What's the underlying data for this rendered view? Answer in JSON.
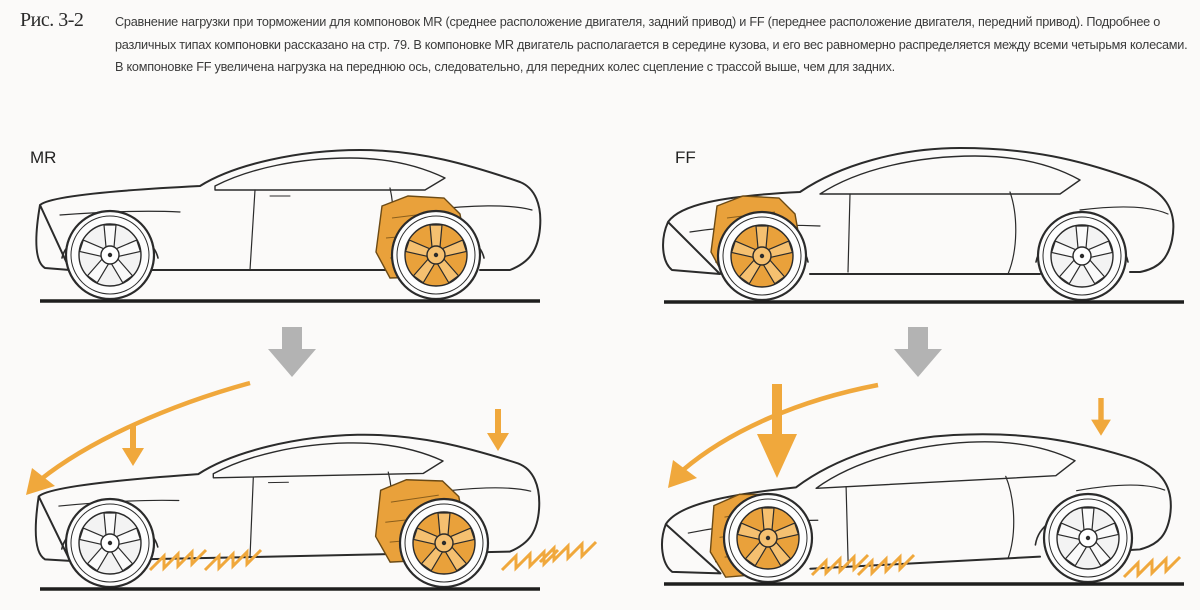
{
  "figure": {
    "label": "Рис. 3-2",
    "caption": "Сравнение нагрузки при торможении для компоновок MR (среднее расположение двигателя, задний привод) и FF (переднее расположение двигателя, передний привод). Подробнее о различных типах компоновки рассказано на стр. 79. В компоновке MR двигатель располагается в середине кузова, и его вес равномерно распределяется между всеми четырьмя колесами. В компоновке FF увеличена нагрузка на переднюю ось, следовательно, для передних колес сцепление с трассой выше, чем для задних."
  },
  "panels": {
    "mr_label": "MR",
    "ff_label": "FF"
  },
  "colors": {
    "accent_orange": "#f0a83c",
    "engine_orange": "#e9a13b",
    "arrow_grey": "#b3b3b3",
    "line": "#2b2b2b",
    "road": "#1e1e1e"
  }
}
